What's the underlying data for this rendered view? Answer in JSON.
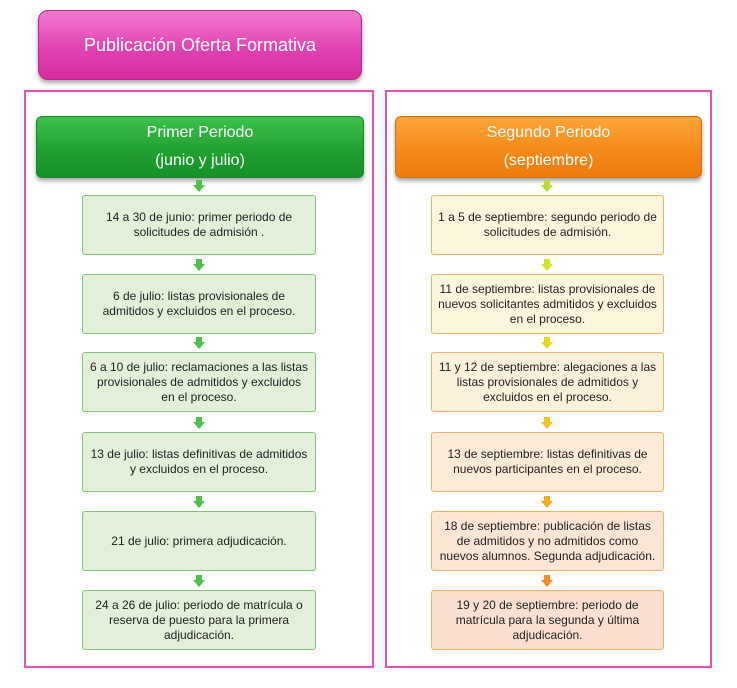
{
  "title": "Publicación Oferta Formativa",
  "left": {
    "header_line1": "Primer Periodo",
    "header_line2": "(junio y julio)",
    "steps": [
      "14 a 30 de junio: primer periodo de solicitudes de admisión .",
      "6 de julio: listas provisionales de admitidos y excluidos en el proceso.",
      "6 a 10 de julio: reclamaciones a las listas provisionales de admitidos y excluidos en el proceso.",
      "13 de julio: listas definitivas de admitidos y excluidos en el proceso.",
      "21 de julio: primera adjudicación.",
      "24 a 26 de julio: periodo de matrícula o reserva de puesto para la primera adjudicación."
    ]
  },
  "right": {
    "header_line1": "Segundo Periodo",
    "header_line2": "(septiembre)",
    "steps": [
      "1 a 5 de septiembre: segundo periodo de solicitudes de admisión.",
      "11 de septiembre: listas provisionales de nuevos solicitantes admitidos y excluidos en el proceso.",
      "11 y 12 de septiembre: alegaciones a las listas provisionales de admitidos y excluidos en el proceso.",
      "13 de septiembre: listas definitivas de nuevos participantes en el proceso.",
      "18 de septiembre: publicación de listas de admitidos y no admitidos como nuevos alumnos. Segunda adjudicación.",
      "19 y 20 de septiembre: periodo de matrícula para la segunda y última adjudicación."
    ]
  },
  "colors": {
    "title": "#e03fae",
    "left_header": "#21a131",
    "right_header": "#f58a1a",
    "left_step_fill": "#e2efd9",
    "right_step_fills": [
      "#fcf6dd",
      "#fcf6dd",
      "#fcf1da",
      "#fbebd7",
      "#fbe5d4",
      "#fbdfd1"
    ],
    "left_arrow": "#4fc04a",
    "right_arrows": [
      "#b8de34",
      "#d3e524",
      "#e8d81a",
      "#f2c418",
      "#f6aa1c",
      "#f58e1f"
    ]
  }
}
